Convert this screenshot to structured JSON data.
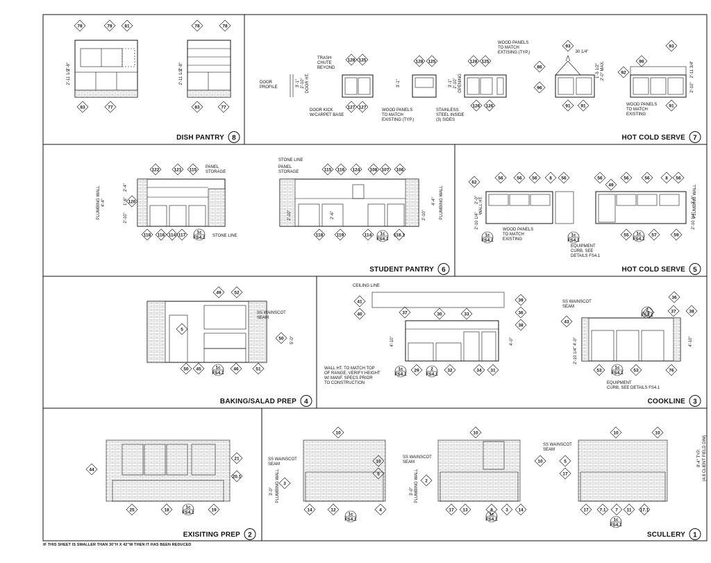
{
  "footer_note": "IF THIS SHEET IS SMALLER THAN 30\"H X 42\"W THEN IT HAS BEEN REDUCED",
  "panels": [
    {
      "id": "p8",
      "title": "DISH PANTRY",
      "number": "8"
    },
    {
      "id": "p7",
      "title": "HOT COLD SERVE",
      "number": "7"
    },
    {
      "id": "p6",
      "title": "STUDENT PANTRY",
      "number": "6"
    },
    {
      "id": "p5",
      "title": "HOT COLD SERVE",
      "number": "5"
    },
    {
      "id": "p4",
      "title": "BAKING/SALAD PREP",
      "number": "4"
    },
    {
      "id": "p3",
      "title": "COOKLINE",
      "number": "3"
    },
    {
      "id": "p2",
      "title": "EXISITING PREP",
      "number": "2"
    },
    {
      "id": "p1",
      "title": "SCULLERY",
      "number": "1"
    }
  ],
  "notes": {
    "trash_chute": [
      "TRASH",
      "CHUTE",
      "BEYOND"
    ],
    "door_profile": [
      "DOOR",
      "PROFILE"
    ],
    "door_kick": [
      "DOOR KICK",
      "W/CARPET BASE"
    ],
    "wood_panels_a": [
      "WOOD PANELS",
      "TO MATCH",
      "EXISTING (TYP.)"
    ],
    "stainless": [
      "STAINLESS",
      "STEEL INSIDE",
      "(3) SIDES"
    ],
    "wood_panels_b": [
      "WOOD PANELS",
      "TO MATCH",
      "EXTISING (TYP.)"
    ],
    "wood_panels_c": [
      "WOOD PANELS",
      "TO MATCH",
      "EXISTING"
    ],
    "panel_storage": [
      "PANEL",
      "STORAGE"
    ],
    "stone_line": "STONE LINE",
    "plumbing_wall": "PLUMBING WALL",
    "wood_panels_d": [
      "WOOD PANELS",
      "TO MATCH",
      "EXISTING"
    ],
    "equipment_curb_5": [
      "EQUIPMENT",
      "CURB, SEE",
      "DETAILS FS4.1"
    ],
    "ss_wainscot": [
      "SS WAINSCOT",
      "SEAM"
    ],
    "ceiling_line": "CEILING LINE",
    "wall_ht": [
      "WALL HT. TO MATCH TOP",
      "OF RANGE, VERIFY HEIGHT",
      "W/ MANF. SPECS PRIOR",
      "TO CONSTRUCTION"
    ],
    "equipment_curb_3": [
      "EQUIPMENT",
      "CURB, SEE DETAILS FS4.1"
    ],
    "wall_ht_label": [
      "WALL HT."
    ],
    "typ_label": [
      "8'-4\" TYP.",
      "(4.8 CLIENT FIELD DIM)"
    ]
  },
  "tags": {
    "p8": [
      "78",
      "78",
      "81",
      "78",
      "78",
      "83",
      "77",
      "83",
      "77"
    ],
    "p7": [
      "128",
      "125",
      "127",
      "127",
      "128",
      "125",
      "128",
      "125",
      "126",
      "126",
      "93",
      "86",
      "96",
      "91",
      "91",
      "92",
      "86",
      "93",
      "91"
    ],
    "p6": [
      "122",
      "121",
      "115",
      "120",
      "118",
      "116",
      "114",
      "117",
      "115",
      "116",
      "124",
      "108",
      "107",
      "106",
      "118",
      "119",
      "114",
      "118.1"
    ],
    "p5": [
      "62",
      "56",
      "56",
      "56",
      "8",
      "56",
      "56",
      "49",
      "56",
      "56",
      "8",
      "56",
      "55",
      "57",
      "59"
    ],
    "p4": [
      "49",
      "52",
      "50",
      "5",
      "50",
      "45",
      "46",
      "51"
    ],
    "p3": [
      "41",
      "40",
      "39",
      "37",
      "30",
      "33",
      "36",
      "38",
      "29",
      "2",
      "32",
      "34",
      "31",
      "43",
      "36",
      "2",
      "37",
      "38",
      "53",
      "53",
      "76"
    ],
    "p2": [
      "44",
      "21",
      "20.1",
      "25",
      "18",
      "19"
    ],
    "p1": [
      "10",
      "10",
      "5",
      "3",
      "14",
      "12",
      "4",
      "10",
      "10",
      "2",
      "17",
      "13",
      "8",
      "3",
      "14",
      "10",
      "10",
      "5",
      "17",
      "17",
      "7.1",
      "7",
      "11",
      "17.1"
    ]
  },
  "dims": {
    "p8": [
      "2'-11 1/2\"",
      "1'-8\"",
      "2'-11 1/2\"",
      "1'-8\""
    ],
    "p7": [
      "3'-1\"",
      "2'-10\"",
      "DOOR HT.",
      "3'-1\"",
      "3'-1\"",
      "2'-10\"",
      "OPENING",
      "30 1/4\"",
      "1'-5 1/2\"",
      "2'-0\" MAX.",
      "2'-11 3/4\"",
      "2'-10\""
    ],
    "p6": [
      "4'-4\"",
      "2'-4\"",
      "1'-6\"",
      "2'-10\"",
      "2'-10\"",
      "4'-4\"",
      "2'-6\"",
      "2'-10\""
    ],
    "p5": [
      "2'-10 1/4\"",
      "2'-0\"",
      "2'-10 1/4\"",
      "2'-0\""
    ],
    "p4": [
      "5'-0\""
    ],
    "p3": [
      "4'-10\"",
      "4'-0\"",
      "4'-0\"",
      "2'-10 1/4\"",
      "4'-10\""
    ],
    "p1": [
      "3'-0\"",
      "3'-0\""
    ]
  },
  "fs": "FS4.1"
}
